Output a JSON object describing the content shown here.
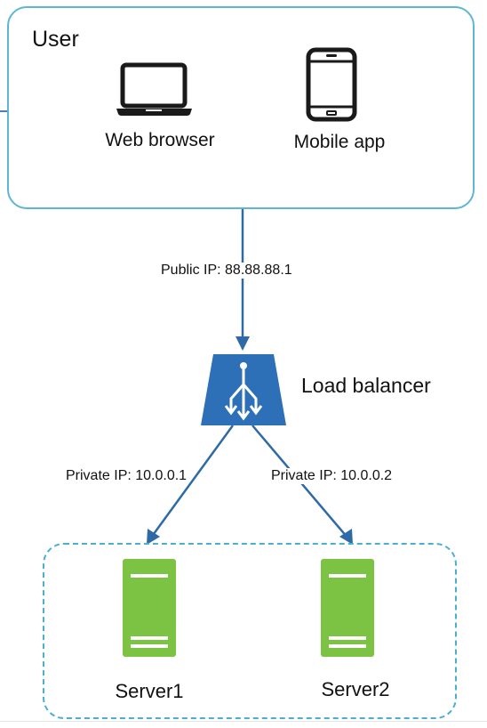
{
  "user_box": {
    "title": "User",
    "devices": [
      {
        "label": "Web browser",
        "icon": "laptop-icon"
      },
      {
        "label": "Mobile app",
        "icon": "phone-icon"
      }
    ]
  },
  "connections": {
    "public_ip": "Public IP: 88.88.88.1",
    "private_ip_1": "Private IP: 10.0.0.1",
    "private_ip_2": "Private IP: 10.0.0.2"
  },
  "load_balancer": {
    "label": "Load balancer",
    "icon": "load-balancer-icon"
  },
  "servers": [
    {
      "label": "Server1",
      "icon": "server-icon"
    },
    {
      "label": "Server2",
      "icon": "server-icon"
    }
  ],
  "colors": {
    "user_border": "#5fb6d2",
    "arrow": "#2e6aa5",
    "load_balancer": "#2e70b8",
    "server": "#7cc243",
    "server_group_border": "#4bb0cf"
  }
}
